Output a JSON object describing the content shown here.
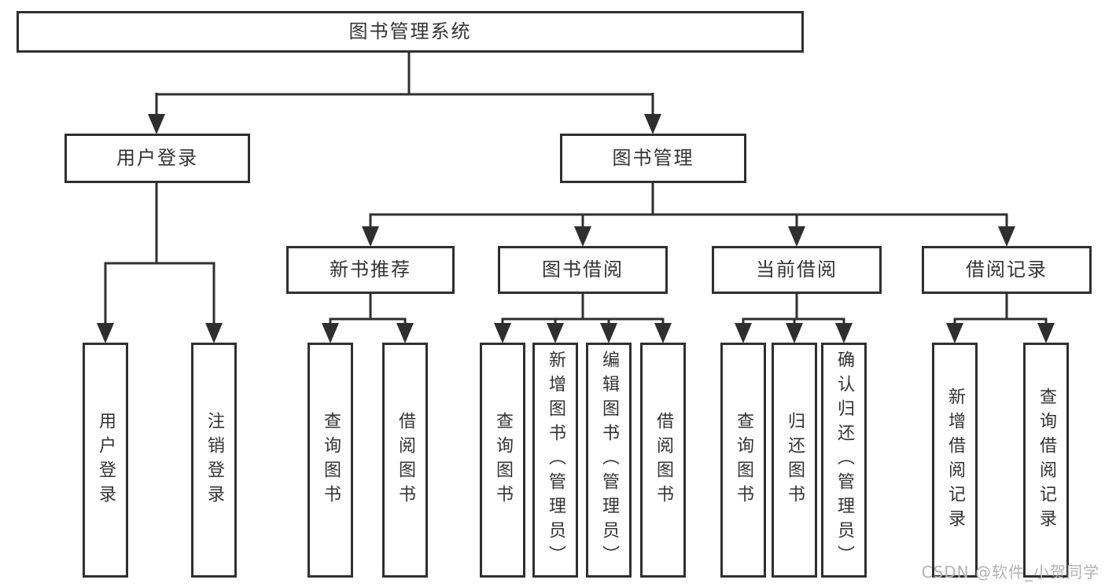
{
  "tree": {
    "label": "图书管理系统",
    "children": [
      {
        "label": "用户登录",
        "children": [
          {
            "label": "用户登录"
          },
          {
            "label": "注销登录"
          }
        ]
      },
      {
        "label": "图书管理",
        "children": [
          {
            "label": "新书推荐",
            "children": [
              {
                "label": "查询图书"
              },
              {
                "label": "借阅图书"
              }
            ]
          },
          {
            "label": "图书借阅",
            "children": [
              {
                "label": "查询图书"
              },
              {
                "label": "新增图书（管理员）"
              },
              {
                "label": "编辑图书（管理员）"
              },
              {
                "label": "借阅图书"
              }
            ]
          },
          {
            "label": "当前借阅",
            "children": [
              {
                "label": "查询图书"
              },
              {
                "label": "归还图书"
              },
              {
                "label": "确认归还（管理员）"
              }
            ]
          },
          {
            "label": "借阅记录",
            "children": [
              {
                "label": "新增借阅记录"
              },
              {
                "label": "查询借阅记录"
              }
            ]
          }
        ]
      }
    ]
  },
  "watermark": {
    "text": "CSDN @软件_小贺同学"
  },
  "colors": {
    "line": "#2f2f2f",
    "text": "#333333",
    "background": "#ffffff",
    "watermark": "#b3b1b1"
  }
}
